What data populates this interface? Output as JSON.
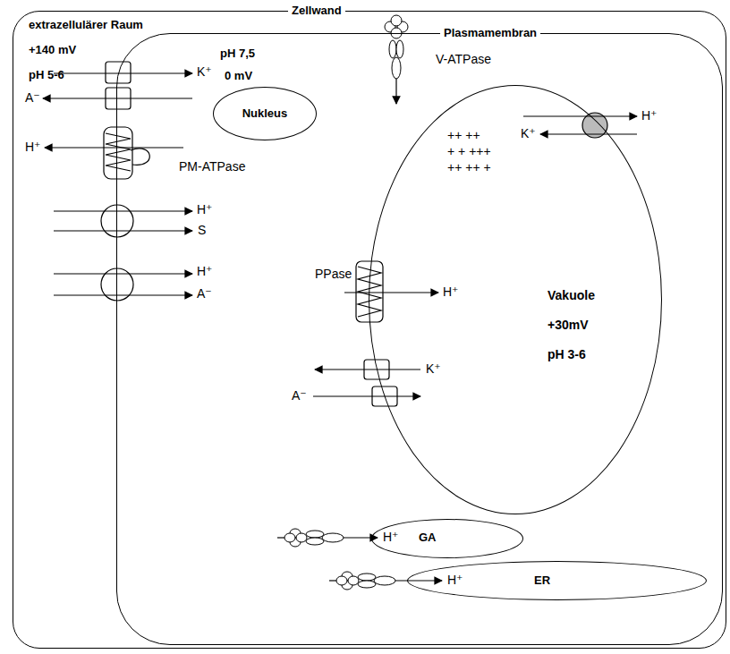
{
  "diagram": {
    "nodes": [
      {
        "text": [
          "Zellwand",
          "extrazellulärer Raum",
          "+140 mV",
          "pH 5-6"
        ]
      },
      {
        "text": [
          "Plasmamembran",
          "pH 7,5",
          "0 mV"
        ],
        "in": 0
      },
      {
        "text": [
          "Nukleus"
        ],
        "in": 1
      },
      {
        "text": [
          "Vakuole",
          "+30mV",
          "pH 3-6"
        ],
        "in": 1
      },
      {
        "text": [
          "GA"
        ],
        "in": 1
      },
      {
        "text": [
          "ER"
        ],
        "in": 1
      }
    ],
    "labels": [
      "K⁺",
      "A⁻",
      "H⁺",
      "PM-ATPase",
      "H⁺",
      "S",
      "H⁺",
      "A⁻",
      "V-ATPase",
      "H⁺",
      "K⁺",
      "++ ++",
      "+ + +++",
      "++ ++ +",
      "PPase",
      "H⁺",
      "K⁺",
      "A⁻",
      "H⁺",
      "H⁺"
    ]
  }
}
